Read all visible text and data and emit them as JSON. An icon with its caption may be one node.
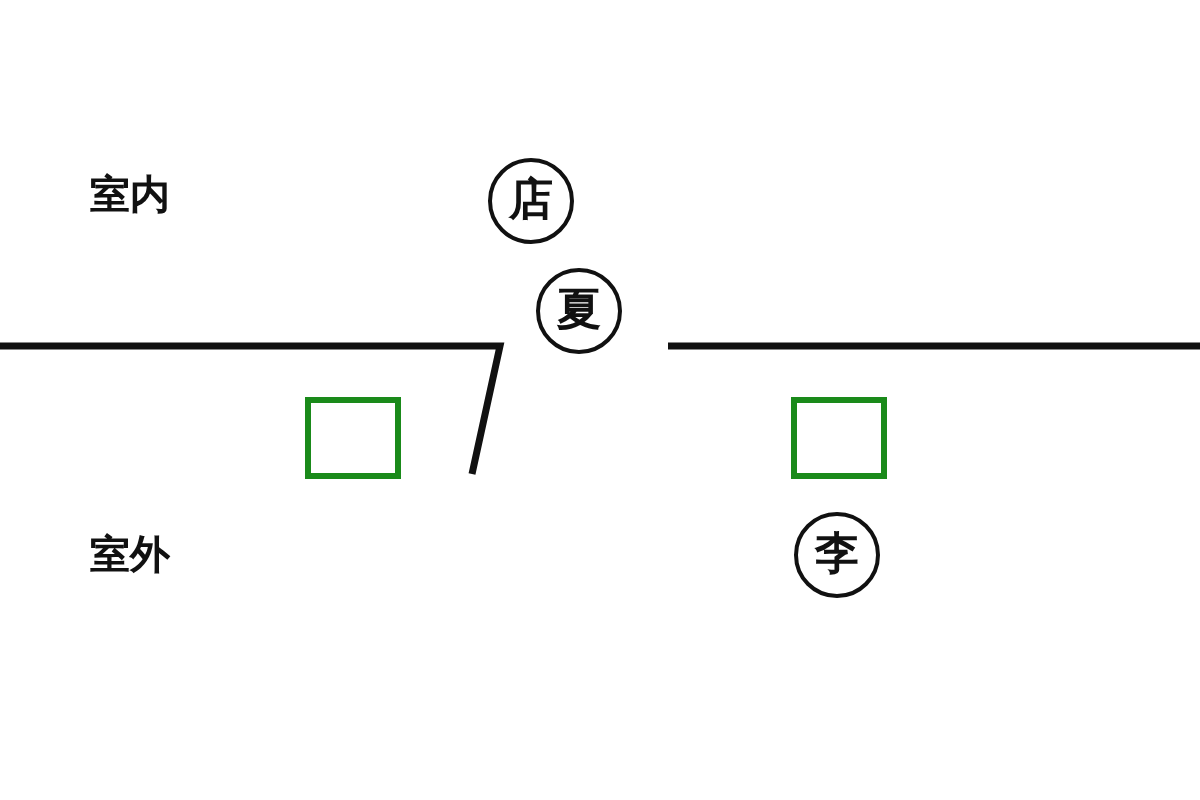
{
  "diagram": {
    "nodes": [
      {
        "text": [
          "店"
        ]
      },
      {
        "text": [
          "夏"
        ]
      },
      {
        "text": [
          "李"
        ]
      }
    ],
    "labels": [
      "室内",
      "室外"
    ]
  }
}
